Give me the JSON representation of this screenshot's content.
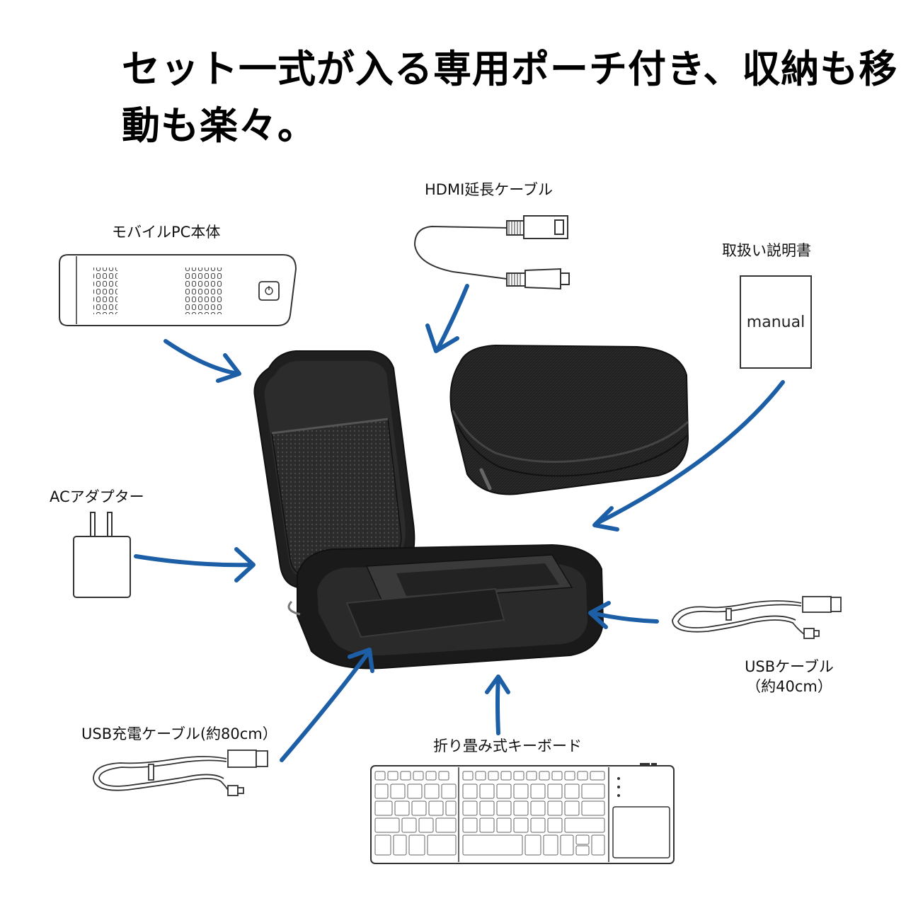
{
  "headline": {
    "line1": "セット一式が入る専用ポーチ付き、収納も移",
    "line2": "動も楽々。"
  },
  "items": {
    "pc": {
      "label": "モバイルPC本体",
      "icon": "mini-pc-icon"
    },
    "hdmi": {
      "label": "HDMI延長ケーブル",
      "icon": "hdmi-cable-icon"
    },
    "manual": {
      "label": "取扱い説明書",
      "cover_text": "manual",
      "icon": "manual-book-icon"
    },
    "ac": {
      "label": "ACアダプター",
      "icon": "ac-adapter-icon"
    },
    "usb_short": {
      "label_line1": "USBケーブル",
      "label_line2": "（約40cm）",
      "icon": "usb-cable-icon"
    },
    "usb_long": {
      "label": "USB充電ケーブル(約80cm）",
      "icon": "usb-cable-icon"
    },
    "keyboard": {
      "label": "折り畳み式キーボード",
      "icon": "folding-keyboard-icon"
    }
  },
  "colors": {
    "arrow": "#1d5fa6",
    "line_art": "#333333",
    "case": "#1c1c1c",
    "case_interior": "#2a2a2a"
  }
}
